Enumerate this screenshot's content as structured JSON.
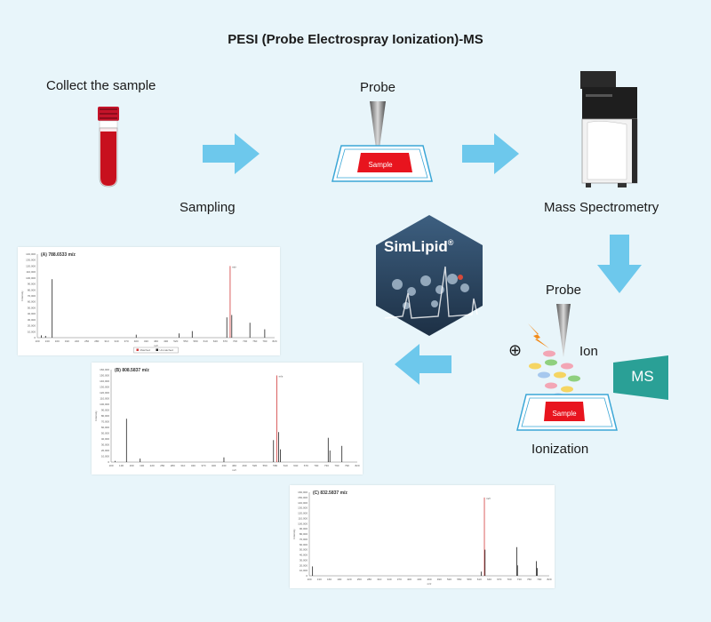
{
  "title": "PESI (Probe Electrospray Ionization)-MS",
  "labels": {
    "collect": "Collect the sample",
    "probe_top": "Probe",
    "sampling": "Sampling",
    "mass_spec": "Mass Spectrometry",
    "probe_right": "Probe",
    "ion": "Ion",
    "ionization": "Ionization",
    "sample_top": "Sample",
    "sample_bottom": "Sample",
    "ms_box": "MS",
    "simlipid": "SimLipid",
    "simlipid_mark": "®",
    "plus_sign": "⊕"
  },
  "colors": {
    "arrow": "#6dc8ec",
    "sample": "#e8141e",
    "ms_box": "#2aa096",
    "hexagon": "#2f4b66",
    "background": "#e8f5fa"
  },
  "icons": [
    "blood-tube-icon",
    "probe-needle-icon",
    "mass-spectrometer-icon",
    "lightning-icon",
    "droplet-icon",
    "hexagon-logo-icon"
  ],
  "chart_data": [
    {
      "type": "bar",
      "title": "(A) 788.6533 m/z",
      "ylabel": "Intensity",
      "xlabel": "m/z",
      "peak_label": "m/z",
      "xlim": [
        100,
        820
      ],
      "ylim": [
        0,
        140000
      ],
      "xticks": [
        "100",
        "130",
        "160",
        "190",
        "220",
        "250",
        "280",
        "310",
        "340",
        "370",
        "400",
        "430",
        "460",
        "490",
        "520",
        "550",
        "580",
        "610",
        "640",
        "670",
        "700",
        "730",
        "760",
        "790",
        "820"
      ],
      "yticks": [
        "0",
        "10,000",
        "20,000",
        "30,000",
        "40,000",
        "50,000",
        "60,000",
        "70,000",
        "80,000",
        "90,000",
        "100,000",
        "110,000",
        "120,000",
        "130,000",
        "140,000"
      ],
      "legend": [
        "Matched",
        "Unmatched"
      ],
      "peaks": [
        {
          "x": 112,
          "y": 4000
        },
        {
          "x": 125,
          "y": 3000
        },
        {
          "x": 145,
          "y": 98000
        },
        {
          "x": 400,
          "y": 5000
        },
        {
          "x": 530,
          "y": 7000
        },
        {
          "x": 570,
          "y": 11000
        },
        {
          "x": 675,
          "y": 34000
        },
        {
          "x": 685,
          "y": 120000
        },
        {
          "x": 690,
          "y": 38000
        },
        {
          "x": 745,
          "y": 25000
        },
        {
          "x": 790,
          "y": 14000
        }
      ]
    },
    {
      "type": "bar",
      "title": "(B) 808.5837 m/z",
      "ylabel": "Intensity",
      "xlabel": "m/z",
      "peak_label": "m/z",
      "xlim": [
        100,
        820
      ],
      "ylim": [
        0,
        160000
      ],
      "xticks": [
        "100",
        "130",
        "160",
        "190",
        "220",
        "250",
        "280",
        "310",
        "340",
        "370",
        "400",
        "430",
        "460",
        "490",
        "520",
        "550",
        "580",
        "610",
        "640",
        "670",
        "700",
        "730",
        "760",
        "790",
        "820"
      ],
      "yticks": [
        "0",
        "10,000",
        "20,000",
        "30,000",
        "40,000",
        "50,000",
        "60,000",
        "70,000",
        "80,000",
        "90,000",
        "100,000",
        "110,000",
        "120,000",
        "130,000",
        "140,000",
        "150,000",
        "160,000"
      ],
      "peaks": [
        {
          "x": 112,
          "y": 2000
        },
        {
          "x": 145,
          "y": 75000
        },
        {
          "x": 185,
          "y": 6000
        },
        {
          "x": 430,
          "y": 8000
        },
        {
          "x": 575,
          "y": 38000
        },
        {
          "x": 585,
          "y": 150000
        },
        {
          "x": 590,
          "y": 52000
        },
        {
          "x": 595,
          "y": 22000
        },
        {
          "x": 735,
          "y": 42000
        },
        {
          "x": 740,
          "y": 20000
        },
        {
          "x": 775,
          "y": 28000
        }
      ]
    },
    {
      "type": "bar",
      "title": "(C) 832.5837 m/z",
      "ylabel": "Intensity",
      "xlabel": "m/z",
      "peak_label": "m/z",
      "xlim": [
        100,
        840
      ],
      "ylim": [
        0,
        160000
      ],
      "xticks": [
        "100",
        "130",
        "160",
        "190",
        "220",
        "250",
        "280",
        "310",
        "340",
        "370",
        "400",
        "430",
        "460",
        "490",
        "520",
        "550",
        "580",
        "610",
        "640",
        "670",
        "700",
        "730",
        "760",
        "790",
        "820"
      ],
      "yticks": [
        "0",
        "10,000",
        "20,000",
        "30,000",
        "40,000",
        "50,000",
        "60,000",
        "70,000",
        "80,000",
        "90,000",
        "100,000",
        "110,000",
        "120,000",
        "130,000",
        "140,000",
        "150,000",
        "160,000"
      ],
      "peaks": [
        {
          "x": 110,
          "y": 18000
        },
        {
          "x": 630,
          "y": 8000
        },
        {
          "x": 640,
          "y": 150000
        },
        {
          "x": 642,
          "y": 50000
        },
        {
          "x": 740,
          "y": 55000
        },
        {
          "x": 742,
          "y": 20000
        },
        {
          "x": 800,
          "y": 28000
        },
        {
          "x": 803,
          "y": 15000
        }
      ]
    }
  ]
}
